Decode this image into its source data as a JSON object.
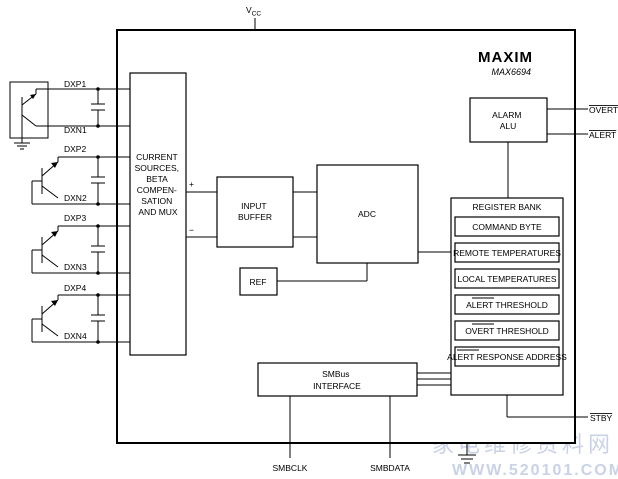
{
  "vcc": {
    "main": "V",
    "sub": "CC"
  },
  "brand": {
    "logo": "MAXIM",
    "part": "MAX6694"
  },
  "pins_left": [
    {
      "dxp": "DXP1",
      "dxn": "DXN1"
    },
    {
      "dxp": "DXP2",
      "dxn": "DXN2"
    },
    {
      "dxp": "DXP3",
      "dxn": "DXN3"
    },
    {
      "dxp": "DXP4",
      "dxn": "DXN4"
    }
  ],
  "current_sources": [
    "CURRENT",
    "SOURCES,",
    "BETA",
    "COMPEN-",
    "SATION",
    "AND MUX"
  ],
  "plus": "+",
  "minus": "−",
  "input_buffer": [
    "INPUT",
    "BUFFER"
  ],
  "adc": "ADC",
  "ref": "REF",
  "alarm_alu": [
    "ALARM",
    "ALU"
  ],
  "overt": "OVERT",
  "alert": "ALERT",
  "register_bank": {
    "title": "REGISTER BANK",
    "rows": [
      "COMMAND BYTE",
      "REMOTE TEMPERATURES",
      "LOCAL TEMPERATURES",
      "ALERT THRESHOLD",
      "OVERT THRESHOLD",
      "ALERT RESPONSE ADDRESS"
    ]
  },
  "smbus": [
    "SMBus",
    "INTERFACE"
  ],
  "stby": "STBY",
  "smbclk": "SMBCLK",
  "smbdata": "SMBDATA",
  "watermark": {
    "cn": "家电维修资料网",
    "url": "WWW.520101.COM"
  }
}
